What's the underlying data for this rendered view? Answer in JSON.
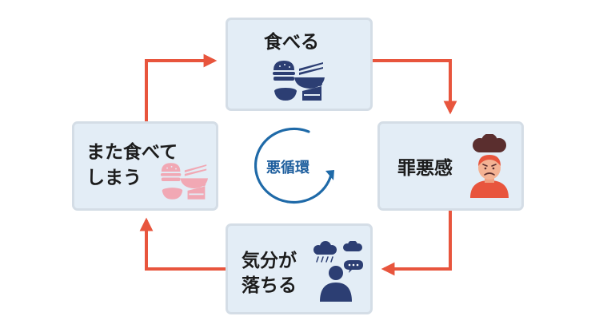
{
  "nodes": {
    "eat": {
      "label": "食べる"
    },
    "guilt": {
      "label": "罪悪感"
    },
    "depressed": {
      "line1": "気分が",
      "line2": "落ちる"
    },
    "eat_again": {
      "line1": "また食べて",
      "line2": "しまう"
    }
  },
  "center": {
    "label": "悪循環"
  },
  "colors": {
    "arrow": "#e8553d",
    "box_fill": "#e3edf6",
    "box_border": "#d4dde6",
    "cycle_blue": "#1f6aa8",
    "food_icon_navy": "#2c3e73",
    "food_icon_pink": "#f1a8b4",
    "guilt_icon": "#e8553d"
  },
  "icons": {
    "eat": "food-icon",
    "guilt": "worried-person-icon",
    "depressed": "depressed-person-icon",
    "eat_again": "food-icon"
  }
}
